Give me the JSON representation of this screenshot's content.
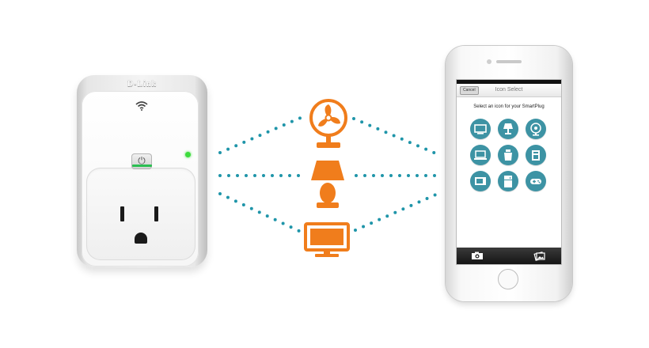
{
  "plug": {
    "brand": "D-Link"
  },
  "app": {
    "cancel_label": "Cancel",
    "title": "Icon Select",
    "prompt": "Select an icon for your SmartPlug",
    "icons": [
      "tv-icon",
      "lamp-icon",
      "fan-icon",
      "laptop-icon",
      "kettle-icon",
      "heater-icon",
      "microwave-icon",
      "fridge-icon",
      "gamepad-icon"
    ],
    "tabs": [
      "camera-icon",
      "photos-icon"
    ]
  },
  "devices": [
    "fan-icon",
    "lamp-icon",
    "tv-icon"
  ],
  "colors": {
    "accent_orange": "#f07d1c",
    "app_teal": "#3d93a4",
    "dots_blue": "#1f95a9"
  }
}
